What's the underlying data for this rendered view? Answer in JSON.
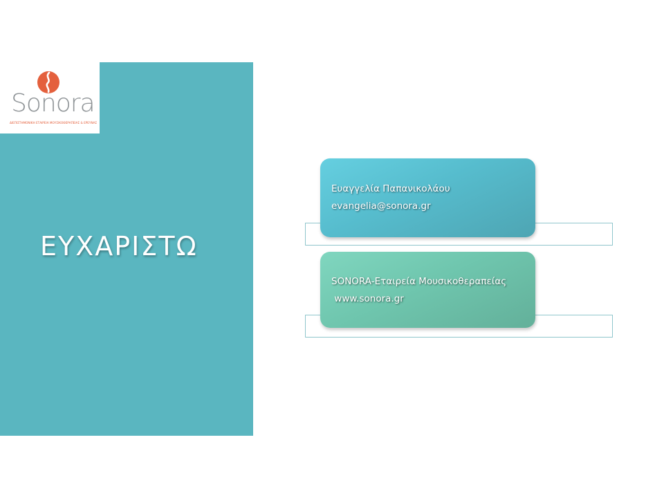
{
  "logo": {
    "icon": "sonora-flame-icon",
    "wordmark": "Sonora",
    "tagline": "ΔΙΕΠΙΣΤΗΜΟΝΙΚΗ ΕΤΑΙΡΕΙΑ ΜΟΥΣΙΚΟΘΕΡΑΠΕΙΑΣ & ΕΡΕΥΝΑΣ"
  },
  "slide": {
    "title": "ΕΥΧΑΡΙΣΤΩ"
  },
  "cards": [
    {
      "line1": "Ευαγγελία Παπανικολάου",
      "line2": "evangelia@sonora.gr"
    },
    {
      "line1": "SONORA-Εταιρεία Μουσικοθεραπείας",
      "line2": " www.sonora.gr"
    }
  ],
  "colors": {
    "panel": "#5ab6c0",
    "card1": "#56bccd",
    "card2": "#6fc6ae",
    "logo_accent": "#e4603d",
    "logo_text": "#8e9396"
  }
}
